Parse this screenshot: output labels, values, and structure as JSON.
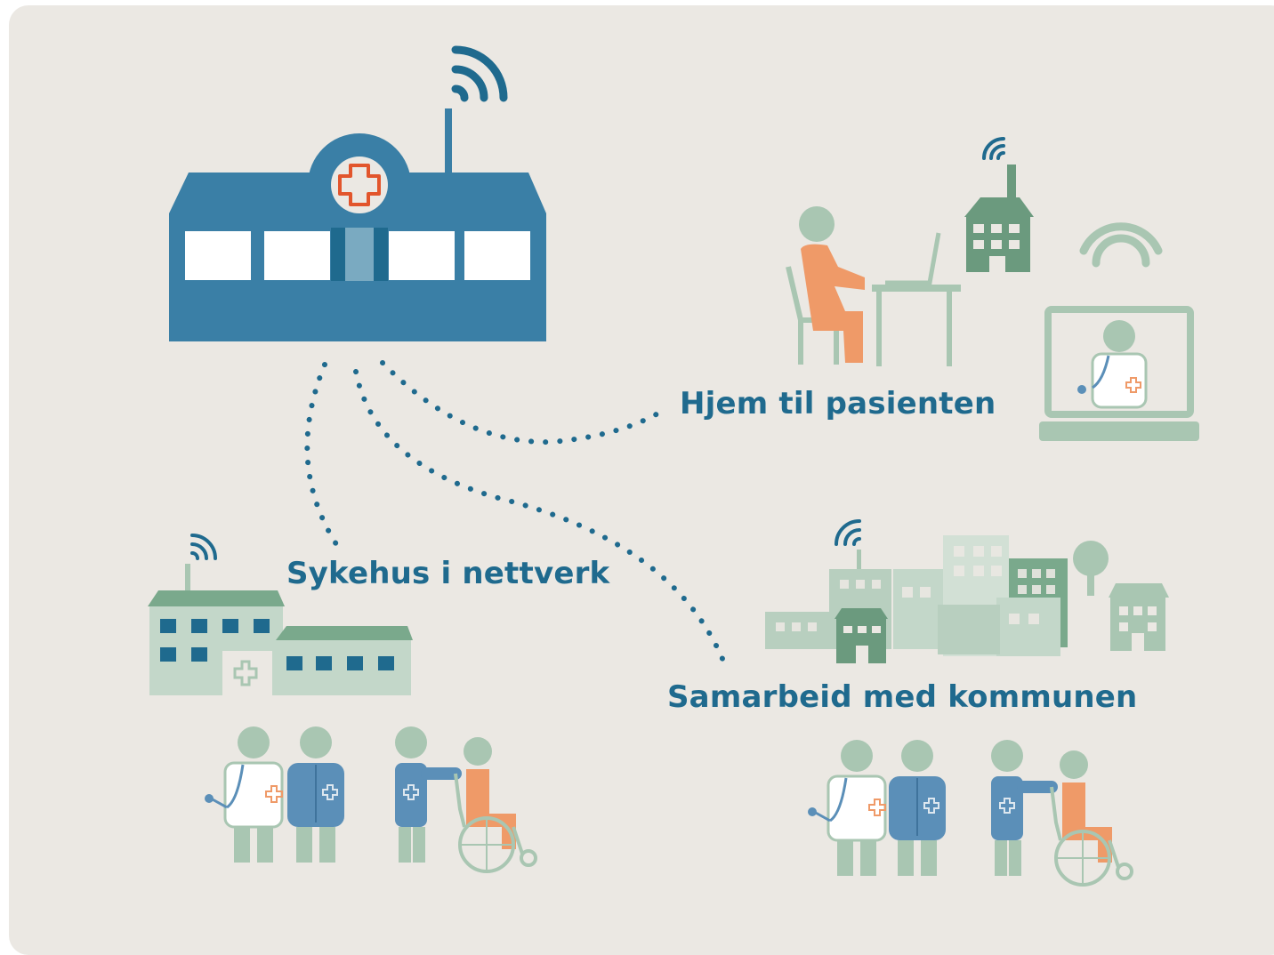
{
  "labels": {
    "home": "Hjem til pasienten",
    "network": "Sykehus i nettverk",
    "municipality": "Samarbeid med kommunen"
  },
  "colors": {
    "background": "#ebe8e3",
    "hospital_blue": "#3a7fa6",
    "text_blue": "#1f6a8e",
    "dark_green": "#6b9a7e",
    "light_green": "#a9c6b2",
    "pale_green": "#c3d7c9",
    "orange": "#ef9a68",
    "red_cross": "#e2552c",
    "person_blue": "#5b8fb8",
    "skin_green": "#a8c6ad"
  },
  "icons": [
    "main-hospital-icon",
    "signal-icon",
    "small-hospital-icon",
    "patient-at-desk-icon",
    "laptop-doctor-icon",
    "city-icon",
    "doctor-icon",
    "nurse-icon",
    "wheelchair-icon"
  ]
}
